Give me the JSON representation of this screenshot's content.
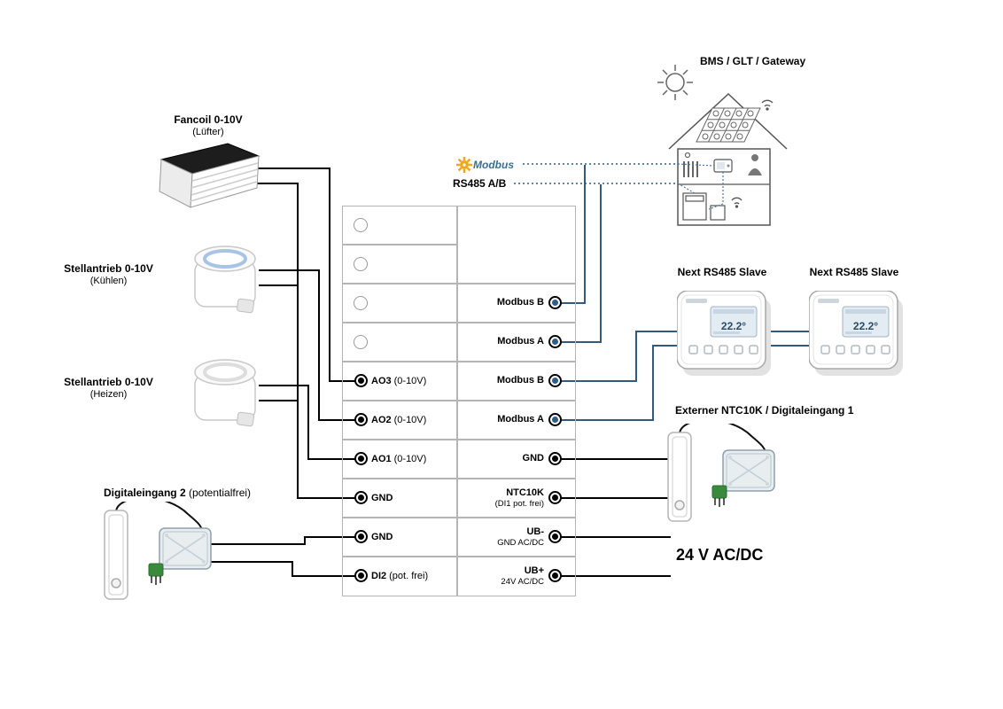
{
  "labels": {
    "fancoil": {
      "title": "Fancoil 0-10V",
      "subtitle": "(Lüfter)"
    },
    "actuator_cool": {
      "title": "Stellantrieb 0-10V",
      "subtitle": "(Kühlen)"
    },
    "actuator_heat": {
      "title": "Stellantrieb 0-10V",
      "subtitle": "(Heizen)"
    },
    "digital_input_2": {
      "title": "Digitaleingang 2",
      "subtitle": "(potentialfrei)"
    },
    "bms": {
      "title": "BMS / GLT / Gateway"
    },
    "slave_1": {
      "title": "Next RS485 Slave"
    },
    "slave_2": {
      "title": "Next RS485 Slave"
    },
    "external_ntc": {
      "title": "Externer NTC10K / Digitaleingang 1"
    },
    "power": {
      "title": "24 V AC/DC"
    }
  },
  "bus": {
    "modbus_logo": "Modbus",
    "rs485_label": "RS485 A/B"
  },
  "thermostat": {
    "temp": "22.2°"
  },
  "terminals": {
    "left": [
      {
        "bold": "AO3",
        "normal": "(0-10V)"
      },
      {
        "bold": "AO2",
        "normal": "(0-10V)"
      },
      {
        "bold": "AO1",
        "normal": "(0-10V)"
      },
      {
        "bold": "GND",
        "normal": ""
      },
      {
        "bold": "GND",
        "normal": ""
      },
      {
        "bold": "DI2",
        "normal": "(pot. frei)"
      }
    ],
    "right": [
      {
        "line1": "Modbus B",
        "line2": ""
      },
      {
        "line1": "Modbus A",
        "line2": ""
      },
      {
        "line1": "Modbus B",
        "line2": ""
      },
      {
        "line1": "Modbus A",
        "line2": ""
      },
      {
        "line1": "GND",
        "line2": ""
      },
      {
        "line1": "NTC10K",
        "line2": "(DI1 pot. frei)"
      },
      {
        "line1": "UB-",
        "line2": "GND AC/DC"
      },
      {
        "line1": "UB+",
        "line2": "24V AC/DC"
      }
    ]
  },
  "colors": {
    "wire_black": "#000000",
    "bus_blue": "#33597f",
    "modbus_yellow": "#f0a71f",
    "table_border": "#b5b5b5",
    "terminal_blue_dot": "#2e5f8a"
  }
}
